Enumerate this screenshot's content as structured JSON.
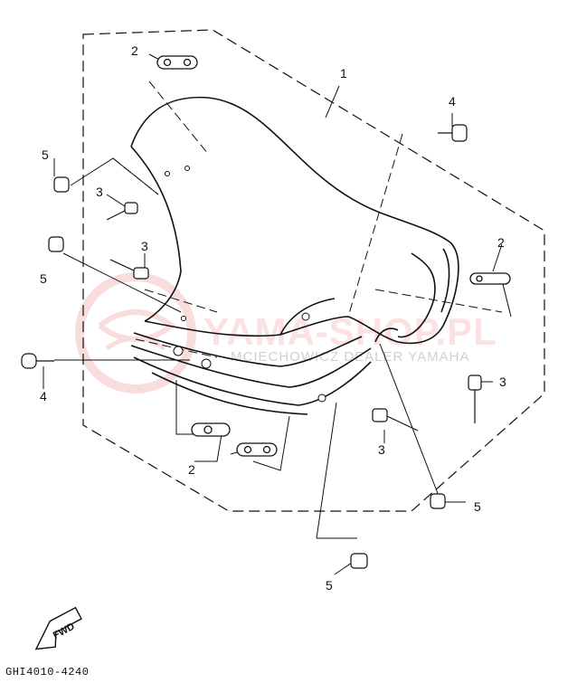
{
  "drawing_code": "GHI4010-4240",
  "fwd_label": "FWD",
  "watermark": {
    "brand": "YAMA-SHOP.PL",
    "subline": "MCIECHOWICZ DEALER YAMAHA",
    "color": "#e87878"
  },
  "callouts": [
    {
      "id": "c1",
      "label": "1"
    },
    {
      "id": "c2a",
      "label": "2"
    },
    {
      "id": "c2b",
      "label": "2"
    },
    {
      "id": "c2c",
      "label": "2"
    },
    {
      "id": "c3a",
      "label": "3"
    },
    {
      "id": "c3b",
      "label": "3"
    },
    {
      "id": "c3c",
      "label": "3"
    },
    {
      "id": "c3d",
      "label": "3"
    },
    {
      "id": "c4a",
      "label": "4"
    },
    {
      "id": "c4b",
      "label": "4"
    },
    {
      "id": "c5a",
      "label": "5"
    },
    {
      "id": "c5b",
      "label": "5"
    },
    {
      "id": "c5c",
      "label": "5"
    },
    {
      "id": "c5d",
      "label": "5"
    }
  ]
}
